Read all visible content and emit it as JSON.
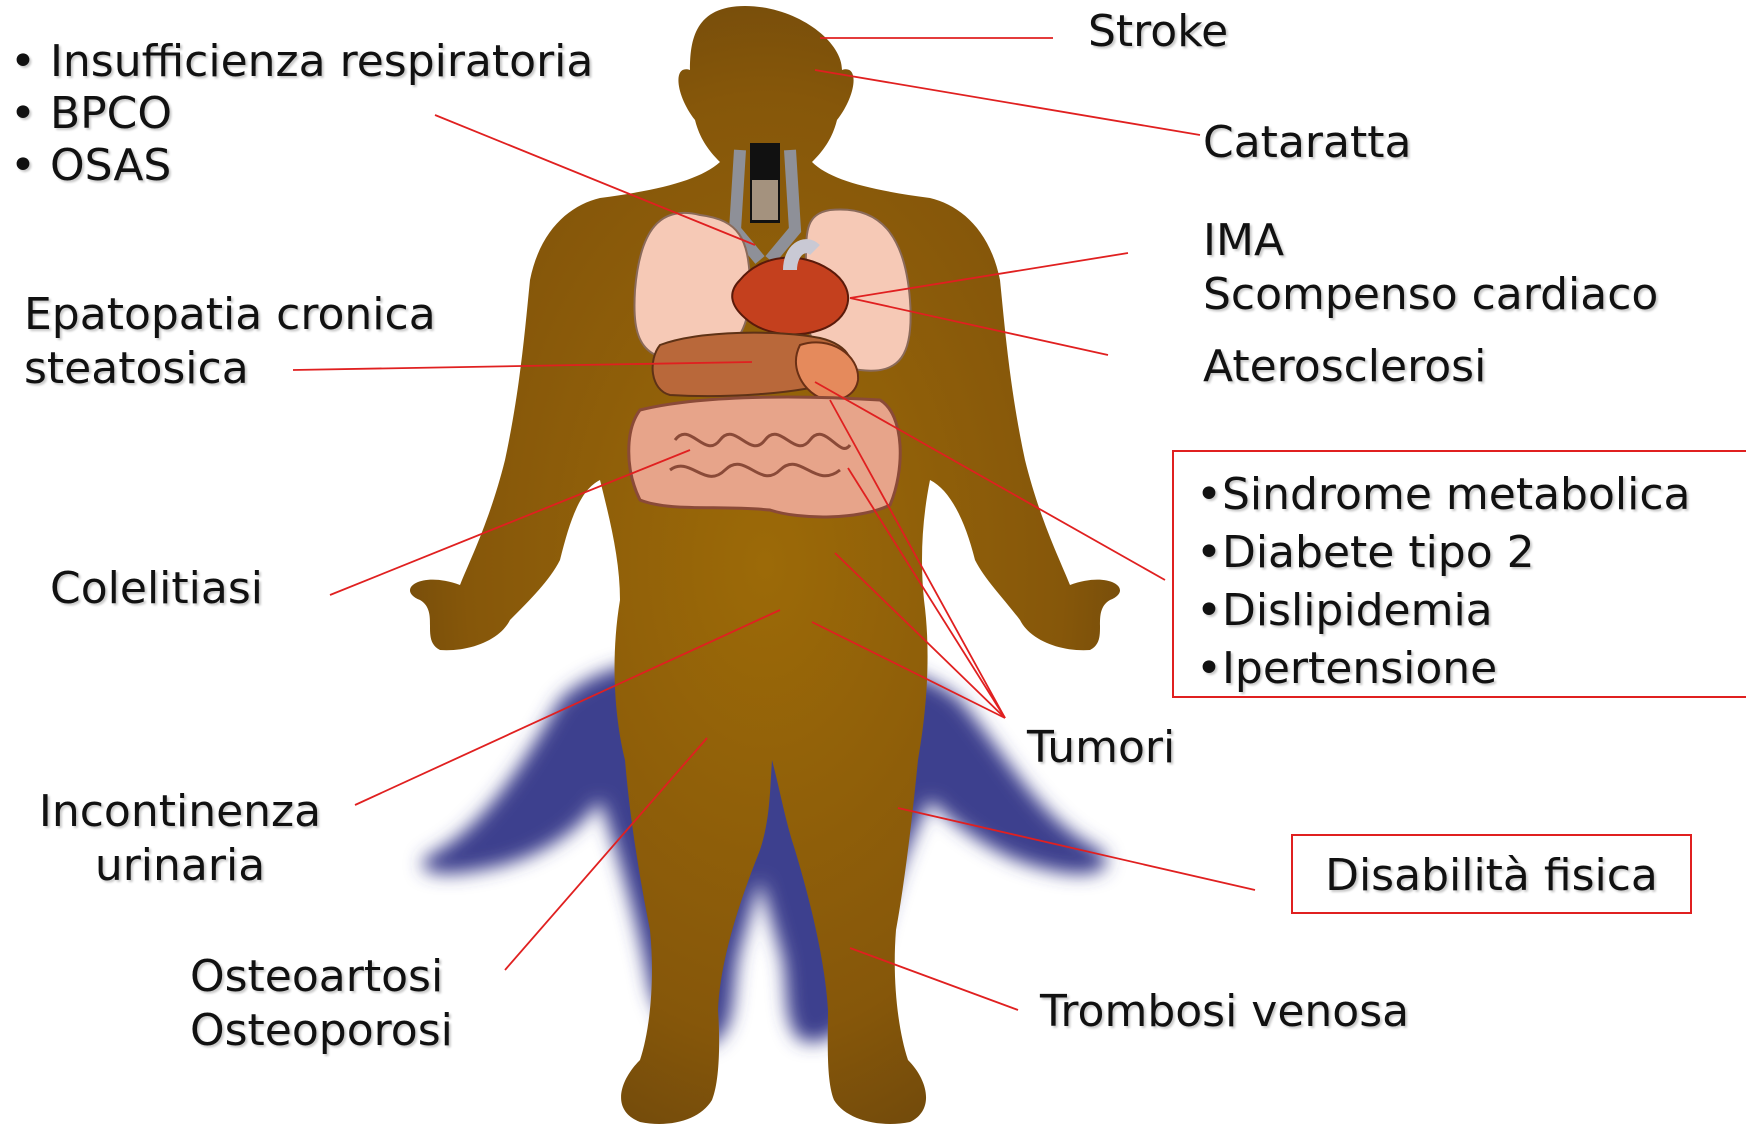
{
  "labels": {
    "stroke": "Stroke",
    "resp": [
      "• Insufficienza respiratoria",
      "• BPCO",
      "• OSAS"
    ],
    "cataratta": "Cataratta",
    "ima": "IMA",
    "scompenso": "Scompenso cardiaco",
    "aterosclerosi": "Aterosclerosi",
    "epatopatia": [
      "Epatopatia cronica",
      "steatosica"
    ],
    "metabolic": [
      "•Sindrome metabolica",
      "•Diabete tipo 2",
      "•Dislipidemia",
      "•Ipertensione"
    ],
    "colelitiasi": "Colelitiasi",
    "tumori": "Tumori",
    "incontinenza": [
      "Incontinenza",
      "urinaria"
    ],
    "disabilita": "Disabilità fisica",
    "osteo": [
      "Osteoartosi",
      "Osteoporosi"
    ],
    "trombosi": "Trombosi venosa"
  },
  "colors": {
    "body_dark": "#6e4a0c",
    "body_light": "#9a6404",
    "shadow": "#3d3f8e",
    "leader_line": "#e02020",
    "lung": "#f6c9b6",
    "heart": "#c4401e",
    "liver": "#b9683a",
    "intestine": "#e7a48a"
  }
}
